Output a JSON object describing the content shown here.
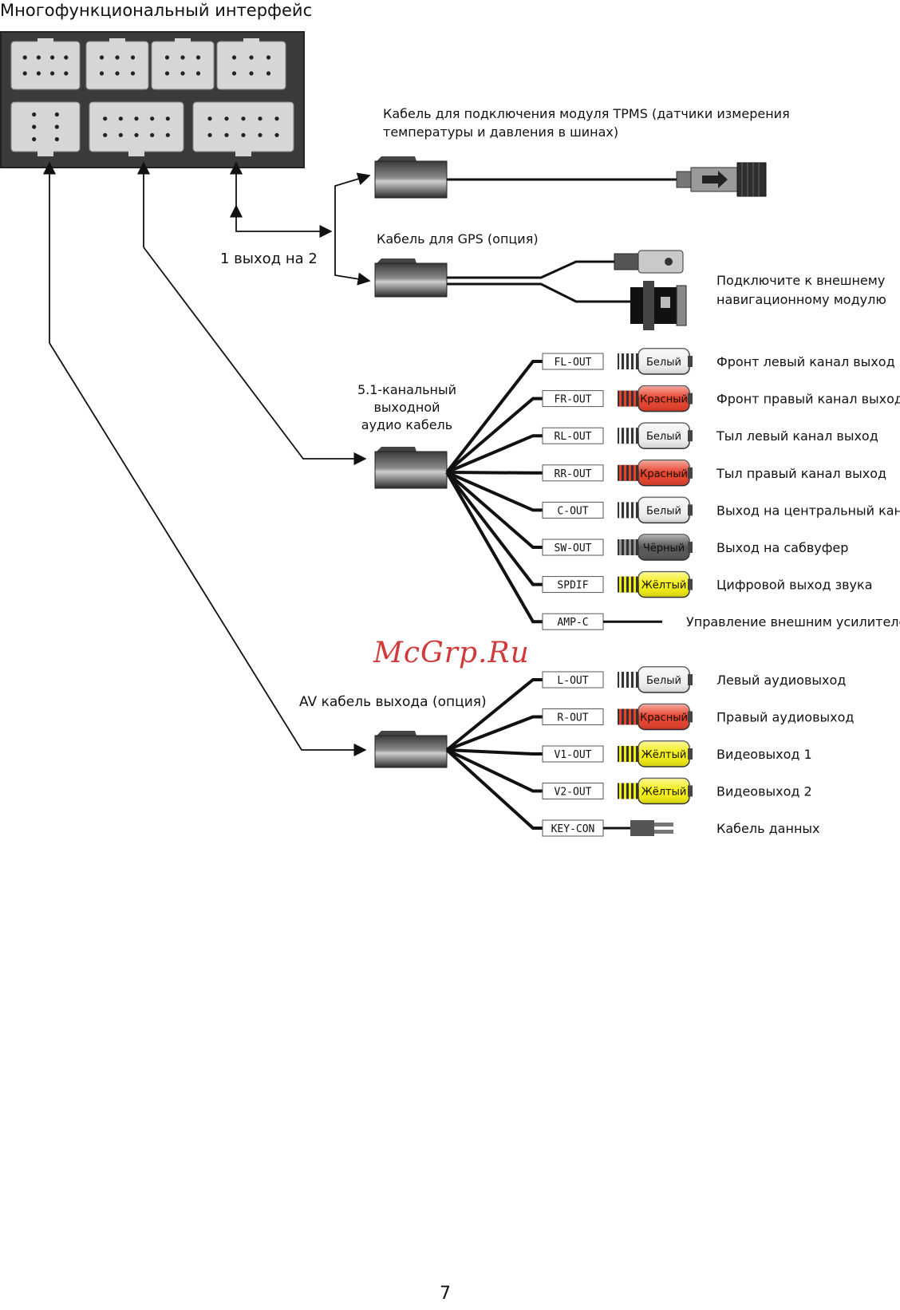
{
  "title": "Многофункциональный интерфейс",
  "split_label": "1 выход на 2",
  "tpms": {
    "caption_line1": "Кабель для подключения модуля TPMS (датчики измерения",
    "caption_line2": "температуры и давления в шинах)"
  },
  "gps": {
    "caption": "Кабель для GPS (опция)",
    "note_line1": "Подключите к внешнему",
    "note_line2": "навигационному модулю"
  },
  "audio51": {
    "caption_line1": "5.1-канальный",
    "caption_line2": "выходной",
    "caption_line3": "аудио кабель",
    "outputs": [
      {
        "tag": "FL-OUT",
        "color_name": "Белый",
        "color": "#f0f0f0",
        "desc": "Фронт левый канал выход"
      },
      {
        "tag": "FR-OUT",
        "color_name": "Красный",
        "color": "#e8402a",
        "desc": "Фронт правый канал выход"
      },
      {
        "tag": "RL-OUT",
        "color_name": "Белый",
        "color": "#f0f0f0",
        "desc": "Тыл левый канал выход"
      },
      {
        "tag": "RR-OUT",
        "color_name": "Красный",
        "color": "#e8402a",
        "desc": "Тыл правый канал выход"
      },
      {
        "tag": "C-OUT",
        "color_name": "Белый",
        "color": "#f0f0f0",
        "desc": "Выход на центральный канал"
      },
      {
        "tag": "SW-OUT",
        "color_name": "Чёрный",
        "color": "#555555",
        "desc": "Выход на сабвуфер"
      },
      {
        "tag": "SPDIF",
        "color_name": "Жёлтый",
        "color": "#f4ee10",
        "desc": "Цифровой выход звука"
      },
      {
        "tag": "AMP-C",
        "desc": "Управление внешним усилителем"
      }
    ]
  },
  "av": {
    "caption": "AV кабель выхода (опция)",
    "outputs": [
      {
        "tag": "L-OUT",
        "color_name": "Белый",
        "color": "#f0f0f0",
        "desc": "Левый аудиовыход"
      },
      {
        "tag": "R-OUT",
        "color_name": "Красный",
        "color": "#e8402a",
        "desc": "Правый аудиовыход"
      },
      {
        "tag": "V1-OUT",
        "color_name": "Жёлтый",
        "color": "#f4ee10",
        "desc": "Видеовыход 1"
      },
      {
        "tag": "V2-OUT",
        "color_name": "Жёлтый",
        "color": "#f4ee10",
        "desc": "Видеовыход 2"
      },
      {
        "tag": "KEY-CON",
        "desc": "Кабель данных"
      }
    ]
  },
  "watermark": "McGrp.Ru",
  "page_number": "7"
}
